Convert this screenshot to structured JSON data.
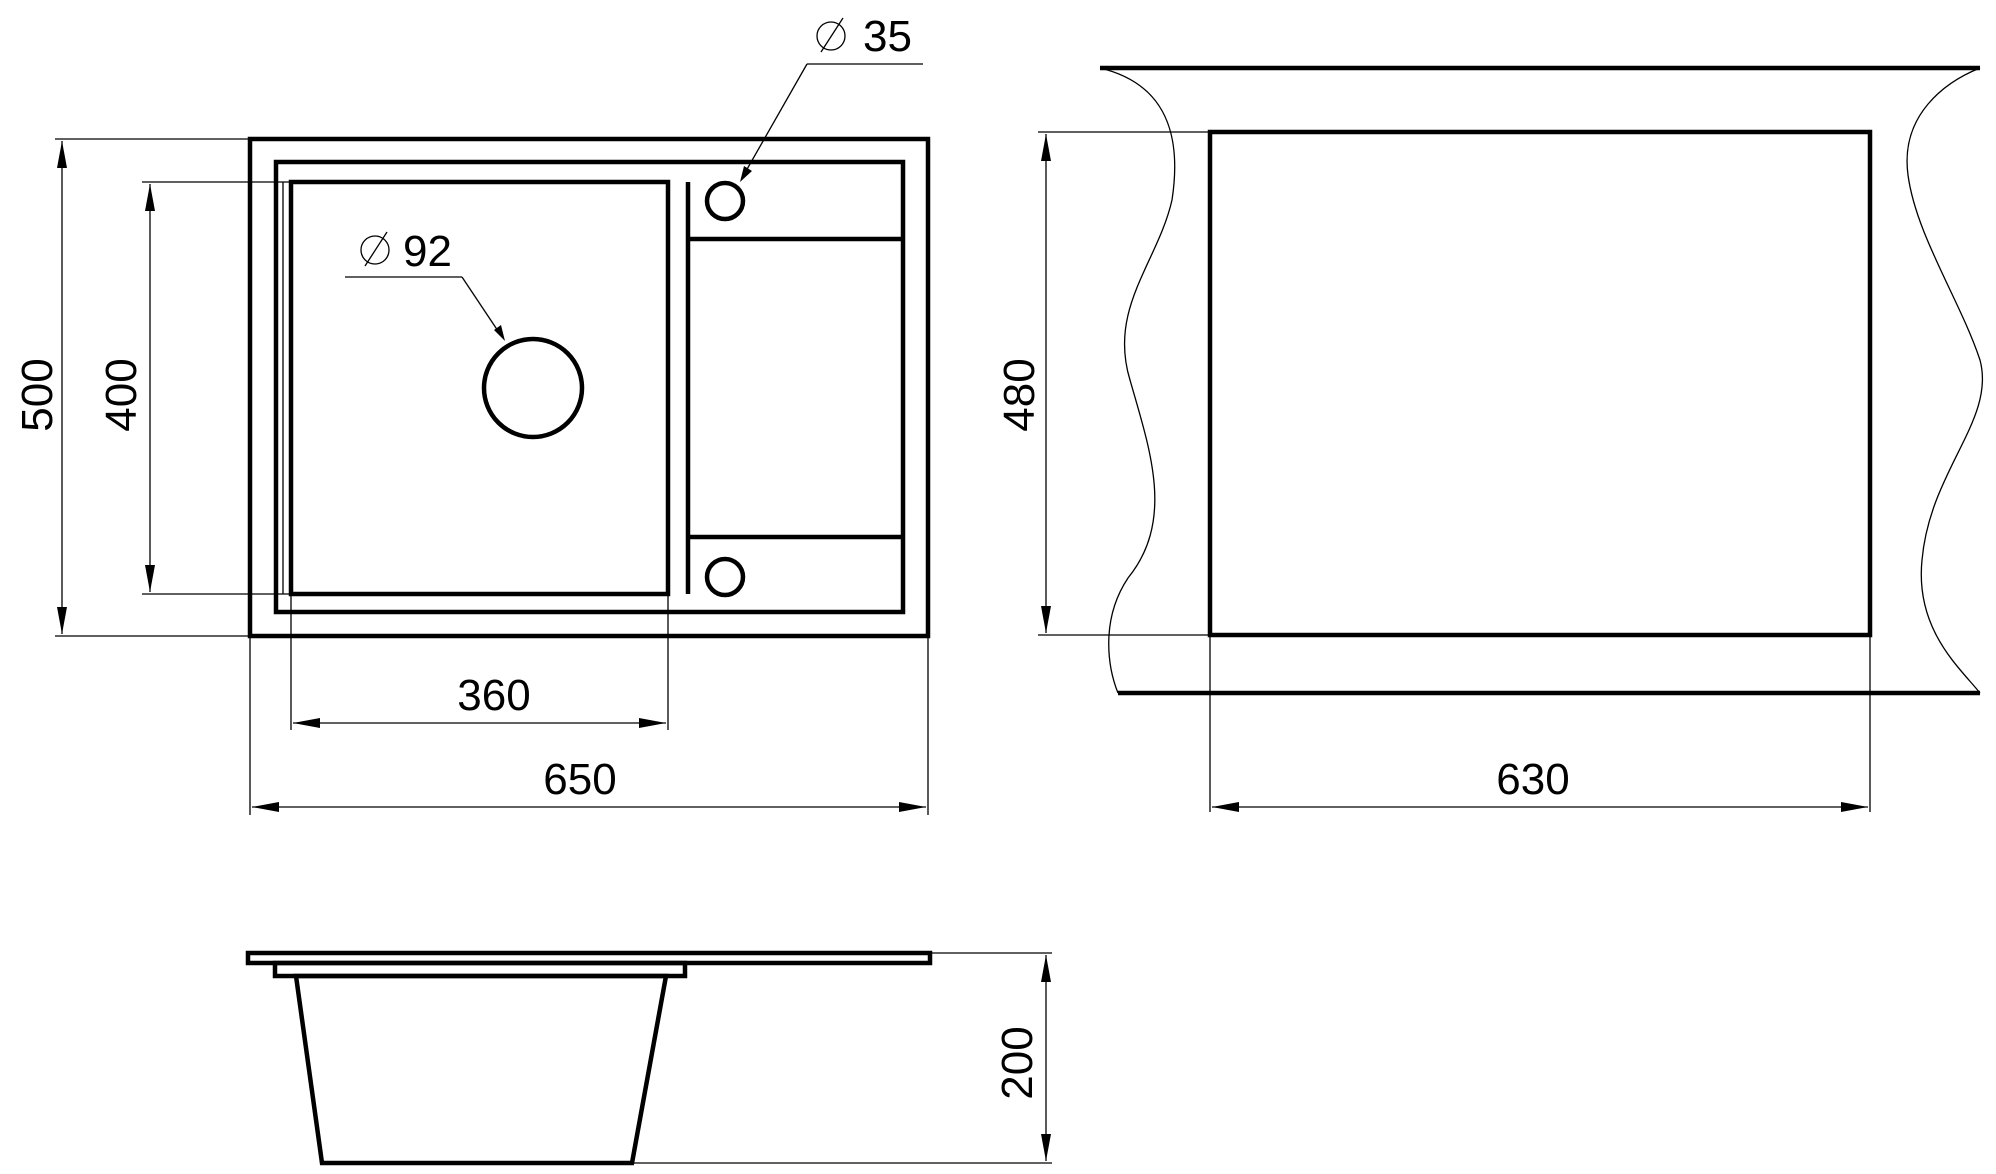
{
  "dimensions": {
    "hole_small_diameter": "35",
    "drain_diameter": "92",
    "overall_height": "500",
    "bowl_height": "400",
    "bowl_width": "360",
    "overall_width": "650",
    "cutout_height": "480",
    "cutout_width": "630",
    "depth": "200"
  },
  "colors": {
    "line": "#000000",
    "background": "#ffffff"
  }
}
